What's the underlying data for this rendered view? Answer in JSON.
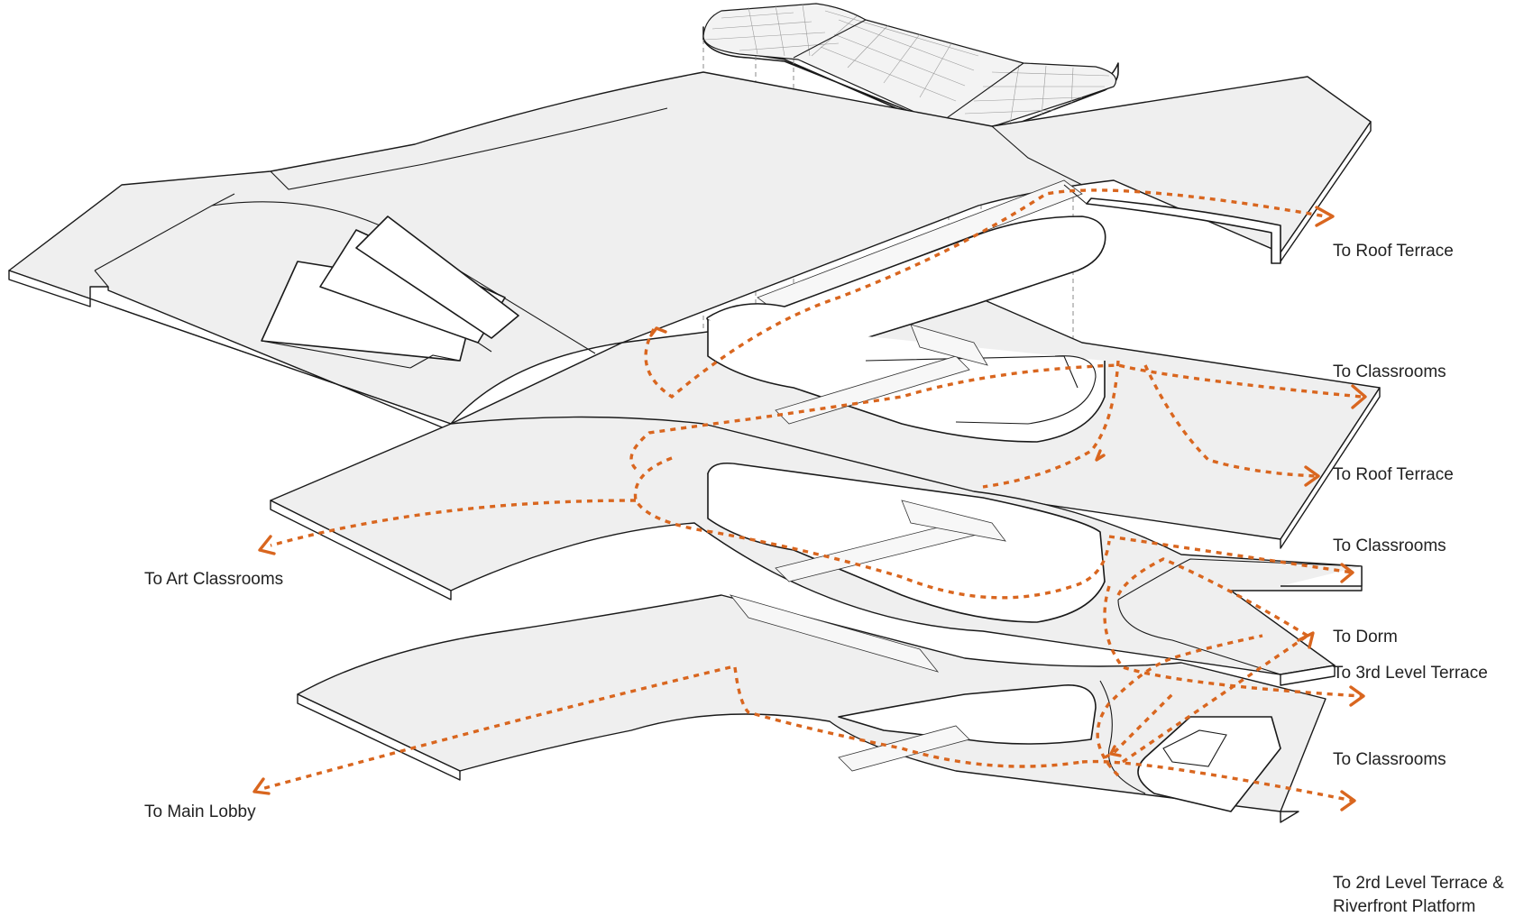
{
  "labels": {
    "roof_terrace_top": "To Roof Terrace",
    "classrooms_1": "To Classrooms",
    "roof_terrace_2": "To Roof Terrace",
    "classrooms_2": "To Classrooms",
    "art_classrooms": "To Art Classrooms",
    "dorm": "To Dorm",
    "third_level_terrace": "To 3rd Level Terrace",
    "classrooms_3": "To Classrooms",
    "main_lobby": "To Main Lobby",
    "second_level_terrace_line1": "To 2rd Level Terrace &",
    "second_level_terrace_line2": "Riverfront Platform"
  },
  "colors": {
    "circulation_path": "#d9661f",
    "slab_fill": "#efefef",
    "linework": "#1a1a1a"
  }
}
